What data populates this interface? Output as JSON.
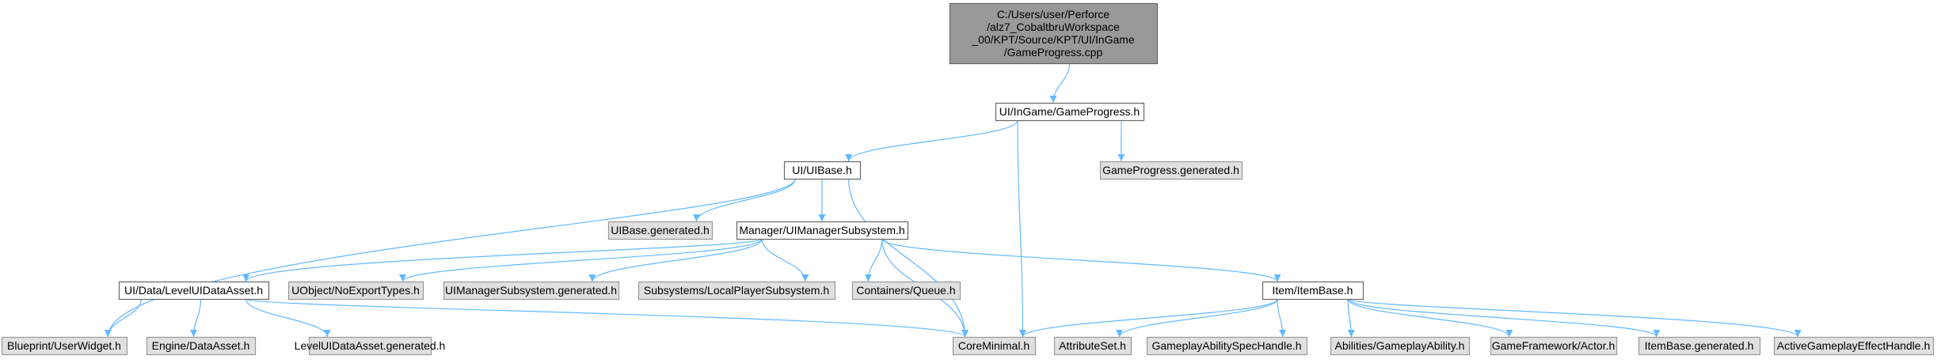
{
  "colors": {
    "edge": "#63b8ff",
    "root_fill": "#999999",
    "root_stroke": "#666666",
    "file_fill": "#ffffff",
    "file_stroke": "#666666",
    "external_fill": "#e0e0e0",
    "external_stroke": "#999999"
  },
  "nodes": [
    {
      "id": "gp_cpp",
      "kind": "root",
      "lines": [
        "C:/Users/user/Perforce",
        "/alz7_CobaltbruWorkspace",
        "_00/KPT/Source/KPT/UI/InGame",
        "/GameProgress.cpp"
      ]
    },
    {
      "id": "gp_h",
      "kind": "file",
      "lines": [
        "UI/InGame/GameProgress.h"
      ]
    },
    {
      "id": "uibase_h",
      "kind": "file",
      "lines": [
        "UI/UIBase.h"
      ]
    },
    {
      "id": "gp_gen",
      "kind": "external",
      "lines": [
        "GameProgress.generated.h"
      ]
    },
    {
      "id": "uibase_gen",
      "kind": "external",
      "lines": [
        "UIBase.generated.h"
      ]
    },
    {
      "id": "uimgr_h",
      "kind": "file",
      "lines": [
        "Manager/UIManagerSubsystem.h"
      ]
    },
    {
      "id": "leveldata_h",
      "kind": "file",
      "lines": [
        "UI/Data/LevelUIDataAsset.h"
      ]
    },
    {
      "id": "uobject_h",
      "kind": "external",
      "lines": [
        "UObject/NoExportTypes.h"
      ]
    },
    {
      "id": "uimgr_gen",
      "kind": "external",
      "lines": [
        "UIManagerSubsystem.generated.h"
      ]
    },
    {
      "id": "localplayer_h",
      "kind": "external",
      "lines": [
        "Subsystems/LocalPlayerSubsystem.h"
      ]
    },
    {
      "id": "queue_h",
      "kind": "external",
      "lines": [
        "Containers/Queue.h"
      ]
    },
    {
      "id": "itembase_h",
      "kind": "file",
      "lines": [
        "Item/ItemBase.h"
      ]
    },
    {
      "id": "userwidget_h",
      "kind": "external",
      "lines": [
        "Blueprint/UserWidget.h"
      ]
    },
    {
      "id": "dataasset_h",
      "kind": "external",
      "lines": [
        "Engine/DataAsset.h"
      ]
    },
    {
      "id": "leveldata_gen",
      "kind": "external",
      "lines": [
        "LevelUIDataAsset.generated.h"
      ]
    },
    {
      "id": "coreminimal_h",
      "kind": "external",
      "lines": [
        "CoreMinimal.h"
      ]
    },
    {
      "id": "attributeset_h",
      "kind": "external",
      "lines": [
        "AttributeSet.h"
      ]
    },
    {
      "id": "gaspec_h",
      "kind": "external",
      "lines": [
        "GameplayAbilitySpecHandle.h"
      ]
    },
    {
      "id": "gability_h",
      "kind": "external",
      "lines": [
        "Abilities/GameplayAbility.h"
      ]
    },
    {
      "id": "actor_h",
      "kind": "external",
      "lines": [
        "GameFramework/Actor.h"
      ]
    },
    {
      "id": "itembase_gen",
      "kind": "external",
      "lines": [
        "ItemBase.generated.h"
      ]
    },
    {
      "id": "activege_h",
      "kind": "external",
      "lines": [
        "ActiveGameplayEffectHandle.h"
      ]
    }
  ],
  "edges": [
    [
      "gp_cpp",
      "gp_h"
    ],
    [
      "gp_h",
      "uibase_h"
    ],
    [
      "gp_h",
      "gp_gen"
    ],
    [
      "gp_h",
      "coreminimal_h"
    ],
    [
      "uibase_h",
      "uibase_gen"
    ],
    [
      "uibase_h",
      "uimgr_h"
    ],
    [
      "uibase_h",
      "userwidget_h"
    ],
    [
      "uibase_h",
      "coreminimal_h"
    ],
    [
      "uimgr_h",
      "leveldata_h"
    ],
    [
      "uimgr_h",
      "uobject_h"
    ],
    [
      "uimgr_h",
      "uimgr_gen"
    ],
    [
      "uimgr_h",
      "localplayer_h"
    ],
    [
      "uimgr_h",
      "queue_h"
    ],
    [
      "uimgr_h",
      "itembase_h"
    ],
    [
      "uimgr_h",
      "coreminimal_h"
    ],
    [
      "leveldata_h",
      "userwidget_h"
    ],
    [
      "leveldata_h",
      "dataasset_h"
    ],
    [
      "leveldata_h",
      "leveldata_gen"
    ],
    [
      "leveldata_h",
      "coreminimal_h"
    ],
    [
      "itembase_h",
      "coreminimal_h"
    ],
    [
      "itembase_h",
      "attributeset_h"
    ],
    [
      "itembase_h",
      "gaspec_h"
    ],
    [
      "itembase_h",
      "gability_h"
    ],
    [
      "itembase_h",
      "actor_h"
    ],
    [
      "itembase_h",
      "itembase_gen"
    ],
    [
      "itembase_h",
      "activege_h"
    ]
  ]
}
